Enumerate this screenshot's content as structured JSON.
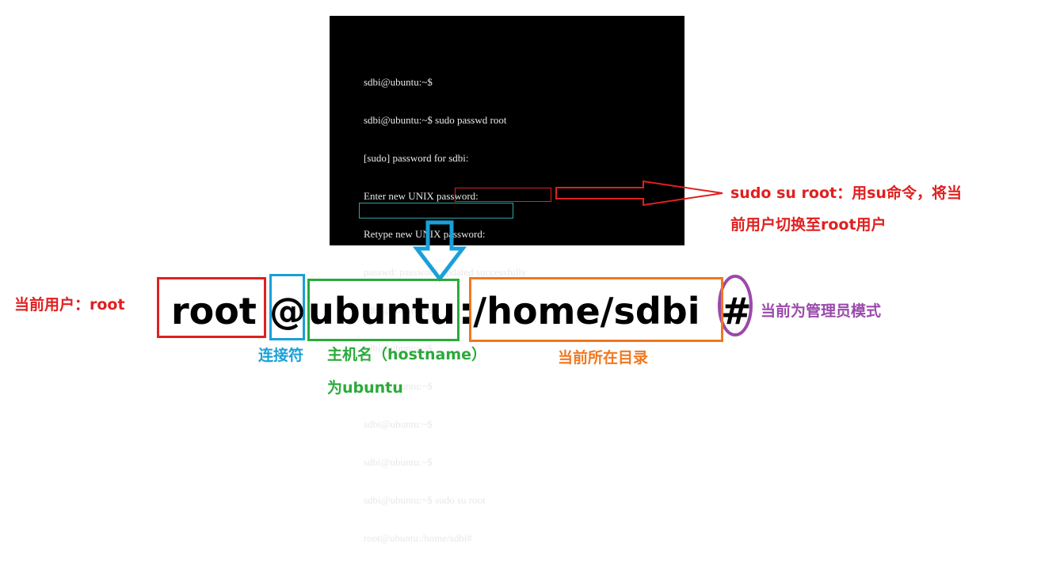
{
  "terminal": {
    "lines": [
      "sdbi@ubuntu:~$",
      "sdbi@ubuntu:~$ sudo passwd root",
      "[sudo] password for sdbi:",
      "Enter new UNIX password:",
      "Retype new UNIX password:",
      "passwd: password updated successfully",
      "sdbi@ubuntu:~$",
      "sdbi@ubuntu:~$",
      "sdbi@ubuntu:~$",
      "sdbi@ubuntu:~$",
      "sdbi@ubuntu:~$",
      "sdbi@ubuntu:~$ sudo su root",
      "root@ubuntu:/home/sdbi#"
    ]
  },
  "annotation_su": {
    "line1": "sudo su root：用su命令，将当",
    "line2": "前用户切换至root用户"
  },
  "prompt": {
    "user": "root",
    "at": "@",
    "host": "ubuntu",
    "path": ":/home/sdbi",
    "hash": "#"
  },
  "labels": {
    "user": "当前用户：root",
    "connector": "连接符",
    "hostname_line1": "主机名（hostname）",
    "hostname_line2": "为ubuntu",
    "directory": "当前所在目录",
    "admin_mode": "当前为管理员模式"
  },
  "colors": {
    "red": "#e02020",
    "blue": "#1aa0d8",
    "green": "#2aaa3a",
    "orange": "#f07820",
    "purple": "#9a4aaa",
    "cyan": "#2fa3a3"
  }
}
